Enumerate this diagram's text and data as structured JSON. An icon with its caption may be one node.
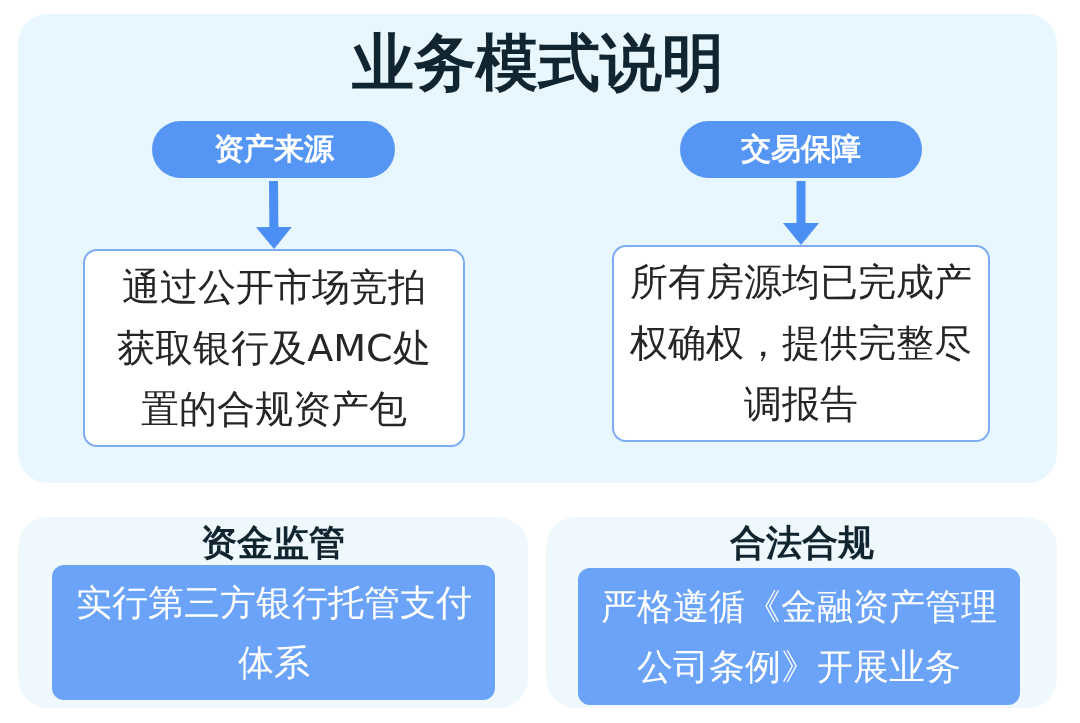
{
  "diagram": {
    "nodes": [
      {
        "text": [
          "业务模式说明"
        ]
      },
      {
        "text": [
          "资产来源"
        ],
        "in": 0
      },
      {
        "text": [
          "通过公开市场竞拍获取银行及AMC处置的合规资产包"
        ],
        "in": 0
      },
      {
        "text": [
          "交易保障"
        ],
        "in": 0
      },
      {
        "text": [
          "所有房源均已完成产权确权，提供完整尽调报告"
        ],
        "in": 0
      },
      {
        "text": [
          "资金监管"
        ]
      },
      {
        "text": [
          "实行第三方银行托管支付体系"
        ],
        "in": 5
      },
      {
        "text": [
          "合法合规"
        ]
      },
      {
        "text": [
          "严格遵循《金融资产管理公司条例》开展业务"
        ],
        "in": 7
      }
    ],
    "edges": [
      {
        "from": 1,
        "to": 2,
        "arrow": "to"
      },
      {
        "from": 3,
        "to": 4,
        "arrow": "to"
      }
    ]
  }
}
